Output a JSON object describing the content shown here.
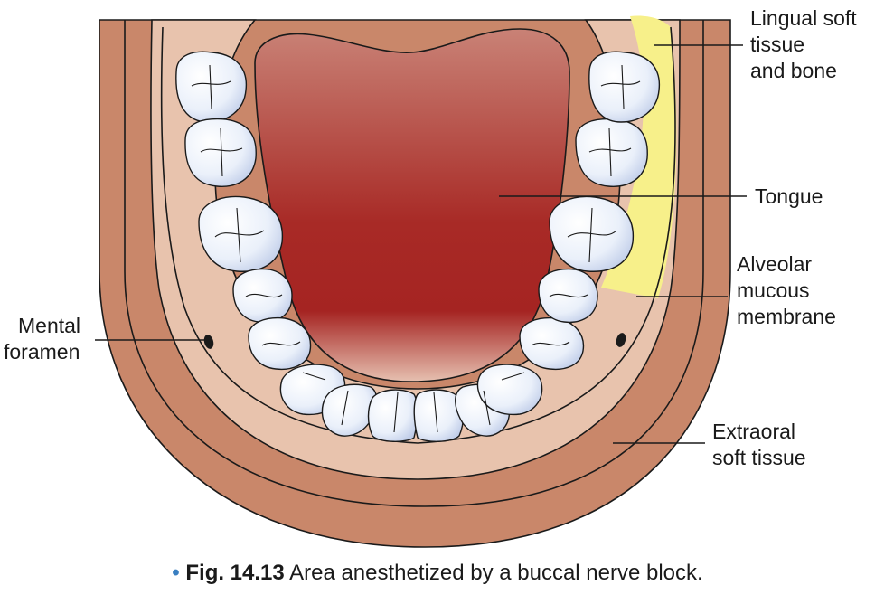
{
  "labels": {
    "lingual": [
      "Lingual soft",
      "tissue",
      "and bone"
    ],
    "tongue": [
      "Tongue"
    ],
    "alveolar": [
      "Alveolar",
      "mucous",
      "membrane"
    ],
    "mental": [
      "Mental",
      "foramen"
    ],
    "extraoral": [
      "Extraoral",
      "soft tissue"
    ]
  },
  "caption": {
    "bullet": "•",
    "figure_number": "Fig. 14.13",
    "text": "Area anesthetized by a buccal nerve block."
  },
  "colors": {
    "extraoral": "#c9876a",
    "alveolar": "#e8c3ad",
    "tongue_dark": "#a32020",
    "tongue_light": "#c87868",
    "anesthetized_area": "#f7f08a",
    "tooth": "#eef3fb",
    "tooth_shadow": "#b8c6e4",
    "outline": "#1a1a1a"
  }
}
